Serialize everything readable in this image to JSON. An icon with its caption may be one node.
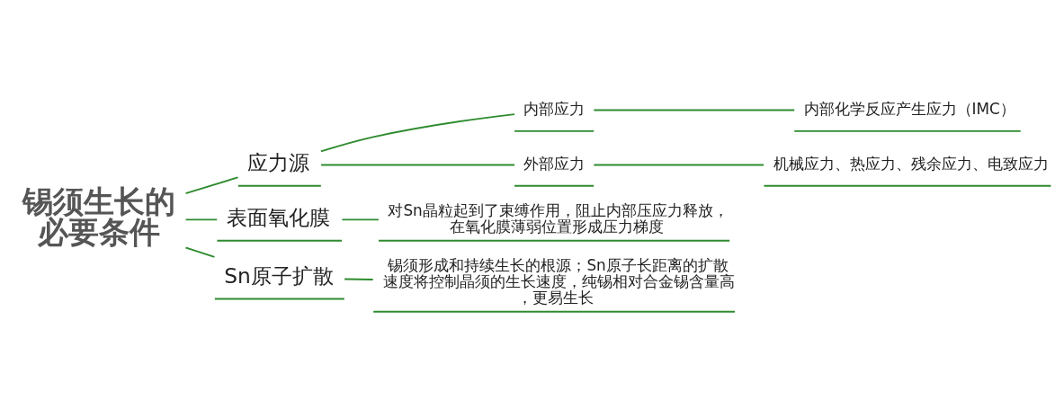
{
  "diagram": {
    "nodes": [
      {
        "text": [
          "锡须生长的必要条件"
        ]
      },
      {
        "text": [
          "应力源"
        ]
      },
      {
        "text": [
          "内部应力"
        ]
      },
      {
        "text": [
          "内部化学反应产生应力（IMC）"
        ]
      },
      {
        "text": [
          "外部应力"
        ]
      },
      {
        "text": [
          "机械应力、热应力、残余应力、电致应力"
        ]
      },
      {
        "text": [
          "表面氧化膜"
        ]
      },
      {
        "text": [
          "对Sn晶粒起到了束缚作用，阻止内部压应力释放，在氧化膜薄弱位置形成压力梯度"
        ]
      },
      {
        "text": [
          "Sn原子扩散"
        ]
      },
      {
        "text": [
          "锡须形成和持续生长的根源；Sn原子长距离的扩散速度将控制晶须的生长速度，纯锡相对合金锡含量高，更易生长"
        ]
      }
    ],
    "edges": [
      {
        "from": 0,
        "to": 1,
        "arrow": "none"
      },
      {
        "from": 1,
        "to": 2,
        "arrow": "none"
      },
      {
        "from": 2,
        "to": 3,
        "arrow": "none"
      },
      {
        "from": 1,
        "to": 4,
        "arrow": "none"
      },
      {
        "from": 4,
        "to": 5,
        "arrow": "none"
      },
      {
        "from": 0,
        "to": 6,
        "arrow": "none"
      },
      {
        "from": 6,
        "to": 7,
        "arrow": "none"
      },
      {
        "from": 0,
        "to": 8,
        "arrow": "none"
      },
      {
        "from": 8,
        "to": 9,
        "arrow": "none"
      }
    ]
  }
}
